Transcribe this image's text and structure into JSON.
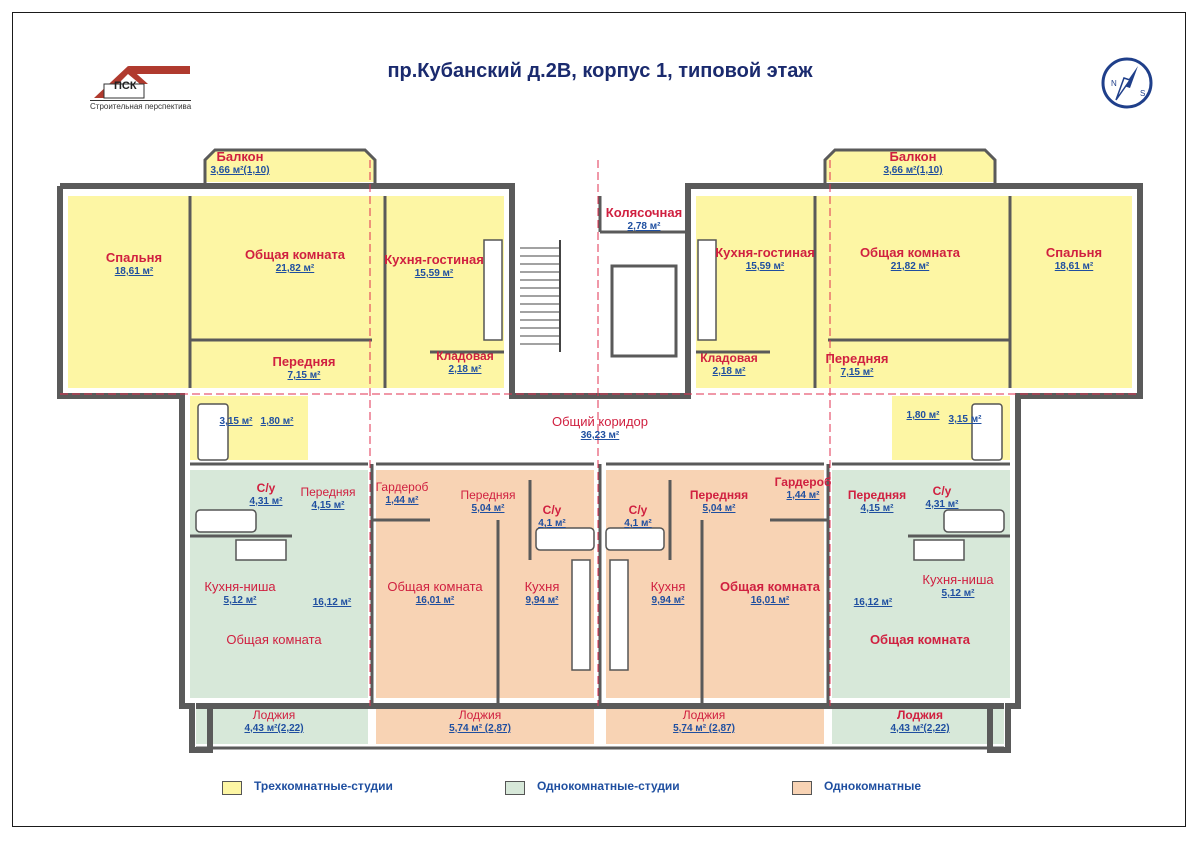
{
  "title": "пр.Кубанский д.2В, корпус 1, типовой этаж",
  "logo": {
    "abbr": "ПСК",
    "text": "Строительная перспектива"
  },
  "colors": {
    "three_room": "#fdf6a4",
    "one_room_studio": "#d7e8d9",
    "one_room": "#f8d3b4",
    "label_name": "#d02040",
    "label_area": "#1f4fa0",
    "wall": "#6a6a6a"
  },
  "rooms": [
    {
      "name": "Балкон",
      "area": "3,66 м²(1,10)"
    },
    {
      "name": "Балкон",
      "area": "3,66 м²(1,10)"
    },
    {
      "name": "Спальня",
      "area": "18,61 м²"
    },
    {
      "name": "Общая комната",
      "area": "21,82 м²"
    },
    {
      "name": "Кухня-гостиная",
      "area": "15,59 м²"
    },
    {
      "name": "Колясочная",
      "area": "2,78 м²"
    },
    {
      "name": "Кухня-гостиная",
      "area": "15,59 м²"
    },
    {
      "name": "Общая комната",
      "area": "21,82 м²"
    },
    {
      "name": "Спальня",
      "area": "18,61 м²"
    },
    {
      "name": "Передняя",
      "area": "7,15 м²"
    },
    {
      "name": "Кладовая",
      "area": "2,18 м²"
    },
    {
      "name": "Кладовая",
      "area": "2,18 м²"
    },
    {
      "name": "Передняя",
      "area": "7,15 м²"
    },
    {
      "name": "Общий коридор",
      "area": "36,23 м²"
    },
    {
      "name": "С/у",
      "area": "4,31 м²"
    },
    {
      "name": "Передняя",
      "area": "4,15 м²"
    },
    {
      "name": "Гардероб",
      "area": "1,44 м²"
    },
    {
      "name": "Передняя",
      "area": "5,04 м²"
    },
    {
      "name": "С/у",
      "area": "4,1 м²"
    },
    {
      "name": "С/у",
      "area": "4,1 м²"
    },
    {
      "name": "Передняя",
      "area": "5,04 м²"
    },
    {
      "name": "Гардероб",
      "area": "1,44 м²"
    },
    {
      "name": "Передняя",
      "area": "4,15 м²"
    },
    {
      "name": "С/у",
      "area": "4,31 м²"
    },
    {
      "name": "Кухня-ниша",
      "area": "5,12 м²"
    },
    {
      "name": "Общая комната",
      "area": "16,01 м²"
    },
    {
      "name": "Кухня",
      "area": "9,94 м²"
    },
    {
      "name": "Кухня",
      "area": "9,94 м²"
    },
    {
      "name": "Общая комната",
      "area": "16,01 м²"
    },
    {
      "name": "Кухня-ниша",
      "area": "5,12 м²"
    },
    {
      "name": "Общая комната",
      "area": ""
    },
    {
      "name": "Общая комната",
      "area": ""
    },
    {
      "name": "Лоджия",
      "area": "4,43 м²(2,22)"
    },
    {
      "name": "Лоджия",
      "area": "5,74 м² (2,87)"
    },
    {
      "name": "Лоджия",
      "area": "5,74 м² (2,87)"
    },
    {
      "name": "Лоджия",
      "area": "4,43 м²(2,22)"
    }
  ],
  "extra_areas": [
    "3,15 м²",
    "1,80 м²",
    "1,80 м²",
    "3,15 м²",
    "16,12 м²",
    "16,12 м²"
  ],
  "legend": [
    {
      "label": "Трехкомнатные-студии",
      "color": "#fdf6a4"
    },
    {
      "label": "Однокомнатные-студии",
      "color": "#d7e8d9"
    },
    {
      "label": "Однокомнатные",
      "color": "#f8d3b4"
    }
  ]
}
